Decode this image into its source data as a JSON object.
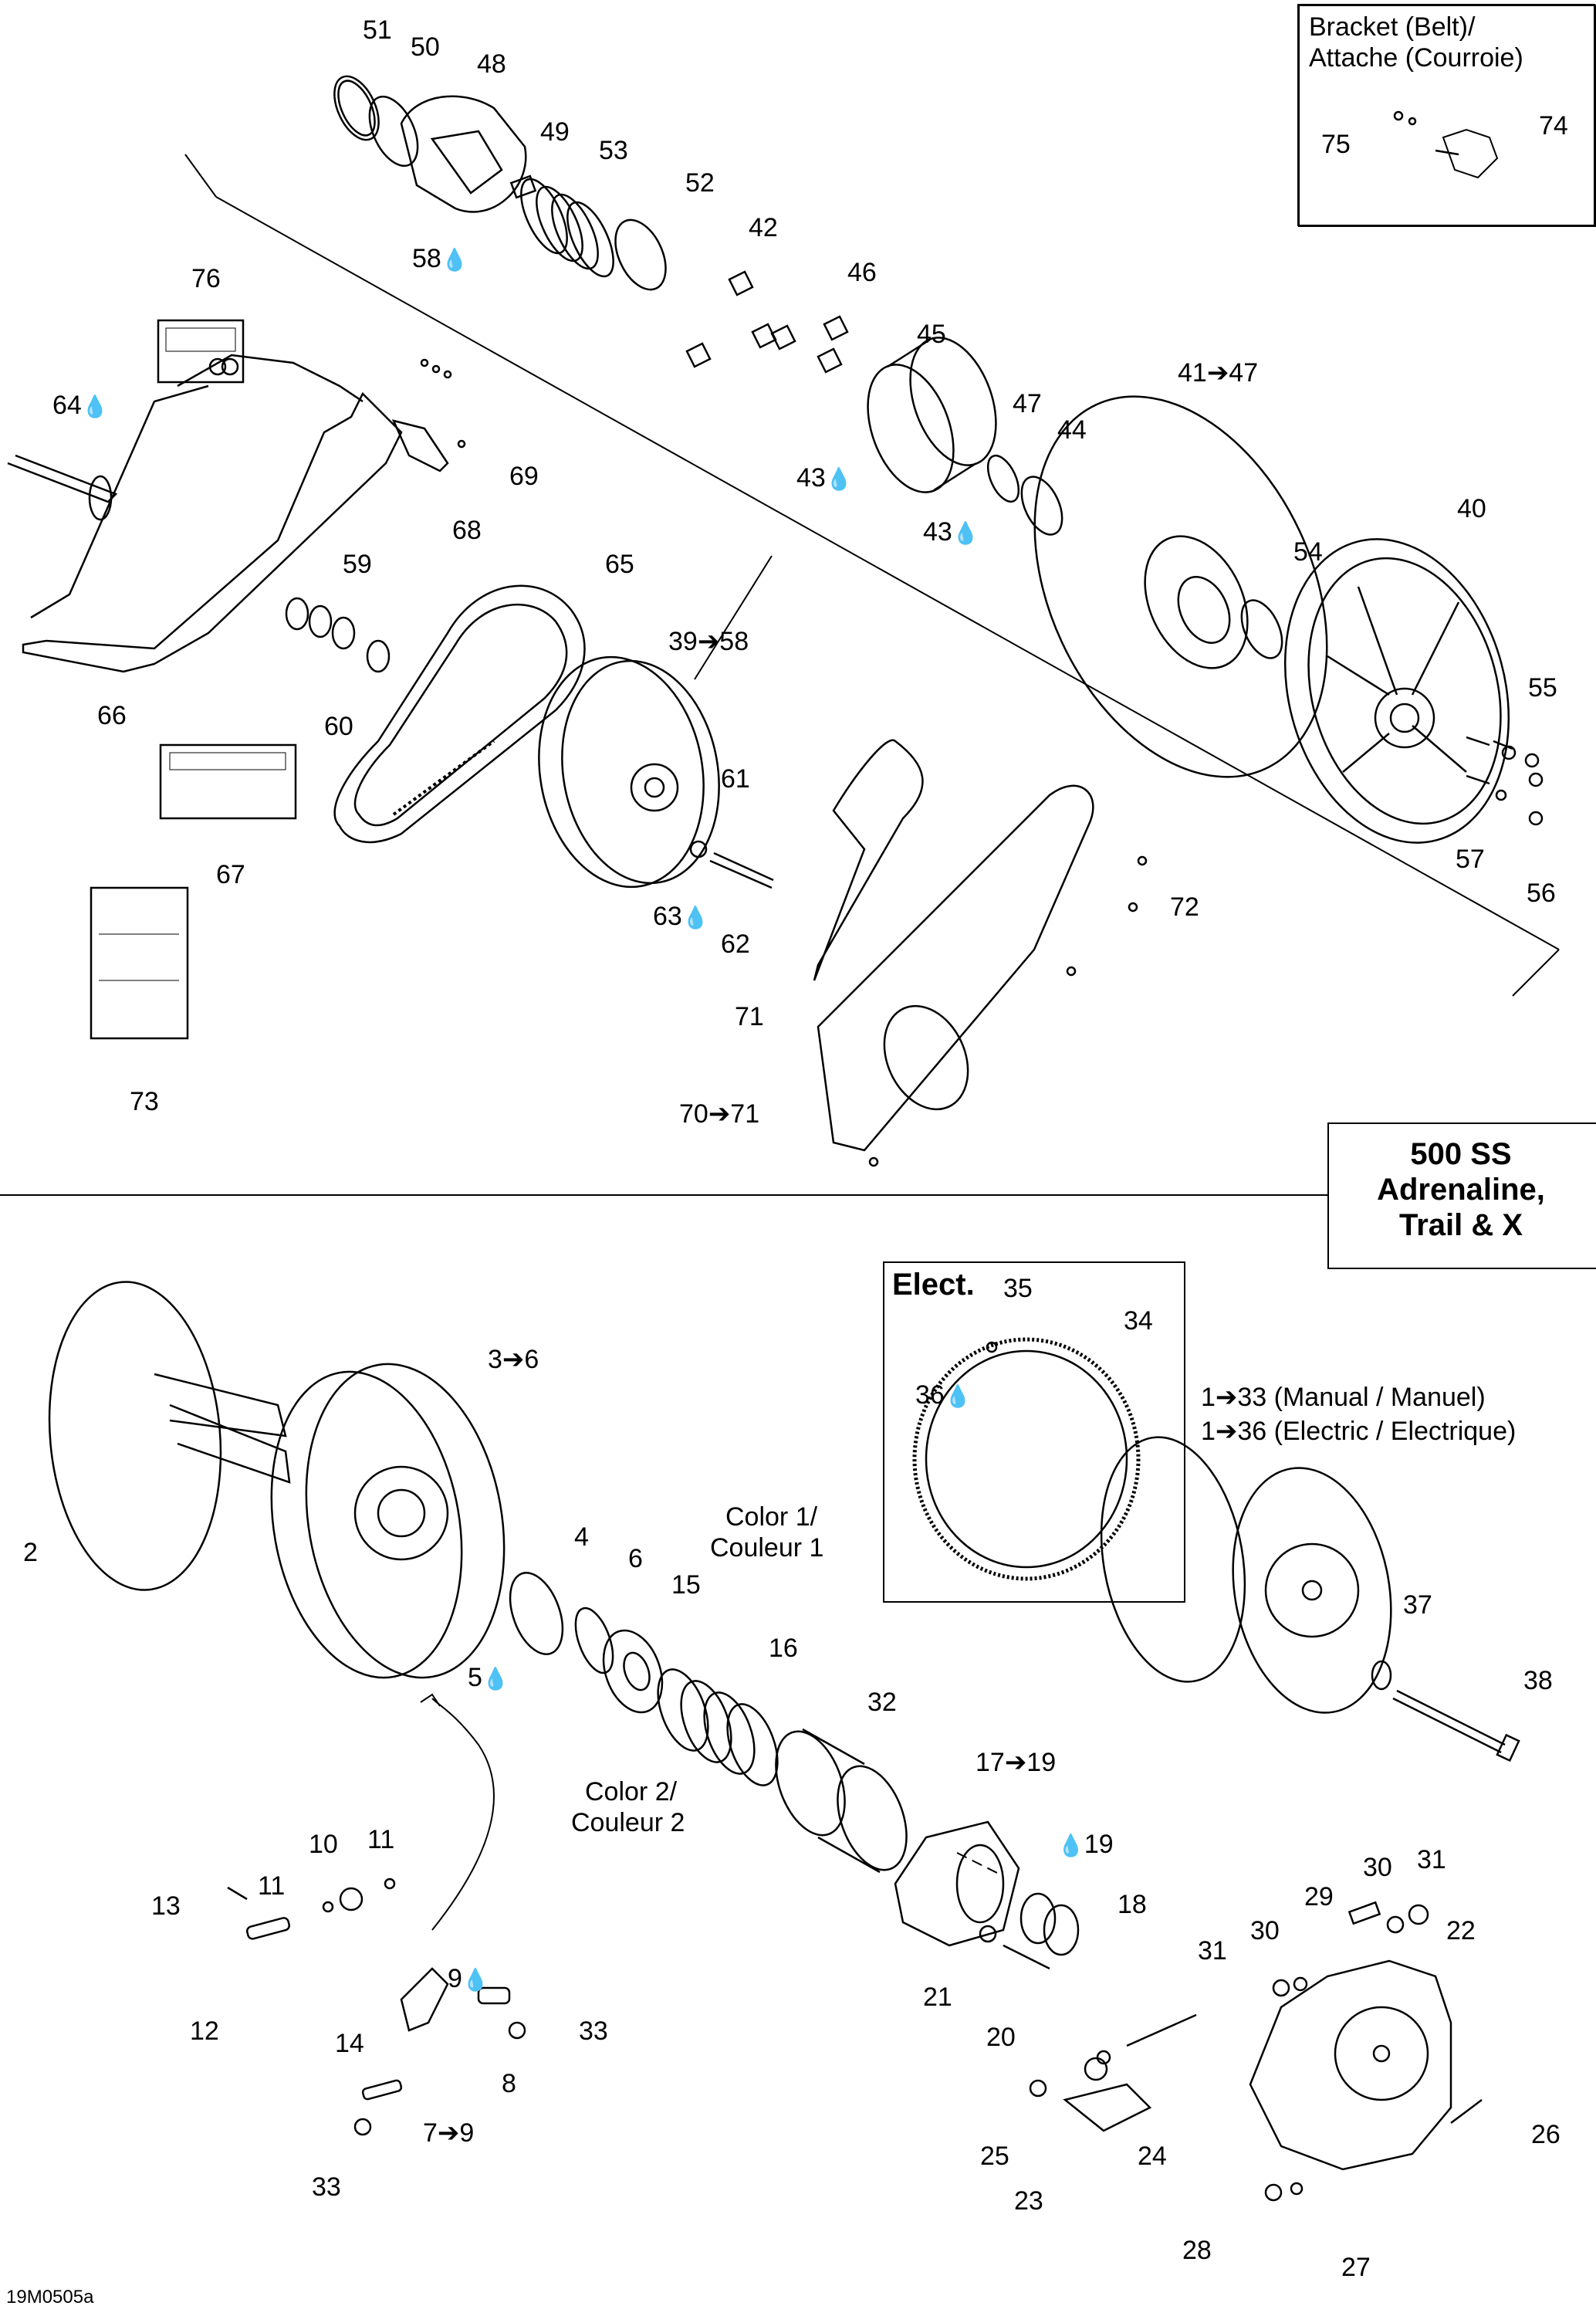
{
  "bracket_box": {
    "title_line1": "Bracket (Belt)/",
    "title_line2": "Attache (Courroie)"
  },
  "model_box": {
    "line1": "500 SS",
    "line2": "Adrenaline,",
    "line3": "Trail & X"
  },
  "elect_box": {
    "title": "Elect."
  },
  "color1": {
    "line1": "Color 1/",
    "line2": "Couleur 1"
  },
  "color2": {
    "line1": "Color 2/",
    "line2": "Couleur 2"
  },
  "range_manual": "1➔33 (Manual / Manuel)",
  "range_electric": "1➔36 (Electric / Electrique)",
  "drawing_code": "19M0505a",
  "drop_glyph": "💧",
  "callouts": [
    {
      "id": "c51",
      "text": "51"
    },
    {
      "id": "c50",
      "text": "50"
    },
    {
      "id": "c48",
      "text": "48"
    },
    {
      "id": "c49",
      "text": "49"
    },
    {
      "id": "c53",
      "text": "53"
    },
    {
      "id": "c52",
      "text": "52"
    },
    {
      "id": "c58",
      "text": "58"
    },
    {
      "id": "c42",
      "text": "42"
    },
    {
      "id": "c46",
      "text": "46"
    },
    {
      "id": "c45",
      "text": "45"
    },
    {
      "id": "c4147",
      "text": "41➔47"
    },
    {
      "id": "c47",
      "text": "47"
    },
    {
      "id": "c44",
      "text": "44"
    },
    {
      "id": "c43a",
      "text": "43"
    },
    {
      "id": "c43b",
      "text": "43"
    },
    {
      "id": "c76",
      "text": "76"
    },
    {
      "id": "c64",
      "text": "64"
    },
    {
      "id": "c69",
      "text": "69"
    },
    {
      "id": "c68",
      "text": "68"
    },
    {
      "id": "c59",
      "text": "59"
    },
    {
      "id": "c65",
      "text": "65"
    },
    {
      "id": "c3958",
      "text": "39➔58"
    },
    {
      "id": "c40",
      "text": "40"
    },
    {
      "id": "c54",
      "text": "54"
    },
    {
      "id": "c66",
      "text": "66"
    },
    {
      "id": "c60",
      "text": "60"
    },
    {
      "id": "c61",
      "text": "61"
    },
    {
      "id": "c55",
      "text": "55"
    },
    {
      "id": "c67",
      "text": "67"
    },
    {
      "id": "c63",
      "text": "63"
    },
    {
      "id": "c62",
      "text": "62"
    },
    {
      "id": "c72",
      "text": "72"
    },
    {
      "id": "c57",
      "text": "57"
    },
    {
      "id": "c56",
      "text": "56"
    },
    {
      "id": "c71",
      "text": "71"
    },
    {
      "id": "c73",
      "text": "73"
    },
    {
      "id": "c7071",
      "text": "70➔71"
    },
    {
      "id": "c75",
      "text": "75"
    },
    {
      "id": "c74",
      "text": "74"
    },
    {
      "id": "c35",
      "text": "35"
    },
    {
      "id": "c34",
      "text": "34"
    },
    {
      "id": "c36",
      "text": "36"
    },
    {
      "id": "c36b",
      "text": "3➔6"
    },
    {
      "id": "c2",
      "text": "2"
    },
    {
      "id": "c4",
      "text": "4"
    },
    {
      "id": "c6",
      "text": "6"
    },
    {
      "id": "c15",
      "text": "15"
    },
    {
      "id": "c5",
      "text": "5"
    },
    {
      "id": "c16",
      "text": "16"
    },
    {
      "id": "c32",
      "text": "32"
    },
    {
      "id": "c37",
      "text": "37"
    },
    {
      "id": "c38",
      "text": "38"
    },
    {
      "id": "c1719",
      "text": "17➔19"
    },
    {
      "id": "c19",
      "text": "19"
    },
    {
      "id": "c18",
      "text": "18"
    },
    {
      "id": "c10",
      "text": "10"
    },
    {
      "id": "c11a",
      "text": "11"
    },
    {
      "id": "c11b",
      "text": "11"
    },
    {
      "id": "c13",
      "text": "13"
    },
    {
      "id": "c12",
      "text": "12"
    },
    {
      "id": "c9",
      "text": "9"
    },
    {
      "id": "c33a",
      "text": "33"
    },
    {
      "id": "c8",
      "text": "8"
    },
    {
      "id": "c14",
      "text": "14"
    },
    {
      "id": "c79",
      "text": "7➔9"
    },
    {
      "id": "c33b",
      "text": "33"
    },
    {
      "id": "c21",
      "text": "21"
    },
    {
      "id": "c20",
      "text": "20"
    },
    {
      "id": "c29",
      "text": "29"
    },
    {
      "id": "c30a",
      "text": "30"
    },
    {
      "id": "c31a",
      "text": "31"
    },
    {
      "id": "c22",
      "text": "22"
    },
    {
      "id": "c31b",
      "text": "31"
    },
    {
      "id": "c30b",
      "text": "30"
    },
    {
      "id": "c25",
      "text": "25"
    },
    {
      "id": "c24",
      "text": "24"
    },
    {
      "id": "c23",
      "text": "23"
    },
    {
      "id": "c26",
      "text": "26"
    },
    {
      "id": "c28",
      "text": "28"
    },
    {
      "id": "c27",
      "text": "27"
    }
  ]
}
